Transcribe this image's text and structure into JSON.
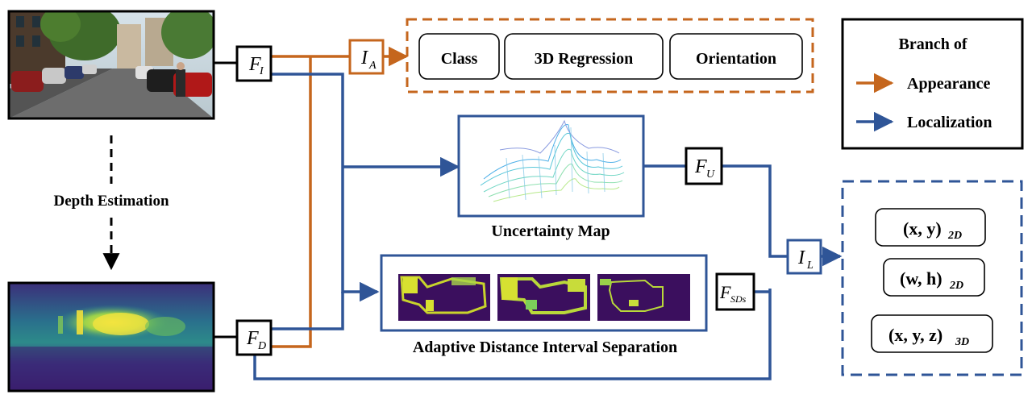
{
  "colors": {
    "appearance": "#c5661d",
    "localization": "#2f5597",
    "box": "#000000"
  },
  "labels": {
    "depth_estimation": "Depth Estimation",
    "uncertainty_map": "Uncertainty Map",
    "adaptive_separation": "Adaptive Distance Interval Separation"
  },
  "features": {
    "fi": {
      "main": "F",
      "sub": "I"
    },
    "fd": {
      "main": "F",
      "sub": "D"
    },
    "fu": {
      "main": "F",
      "sub": "U"
    },
    "fsds": {
      "main": "F",
      "sub": "SDs"
    },
    "ia": {
      "main": "I",
      "sub": "A"
    },
    "il": {
      "main": "I",
      "sub": "L"
    }
  },
  "appearance_heads": [
    "Class",
    "3D Regression",
    "Orientation"
  ],
  "localization_outputs": [
    {
      "main": "(x, y)",
      "sub": "2D"
    },
    {
      "main": "(w, h)",
      "sub": "2D"
    },
    {
      "main": "(x, y, z)",
      "sub": "3D"
    }
  ],
  "legend": {
    "title": "Branch of",
    "items": [
      {
        "label": "Appearance",
        "color": "#c5661d"
      },
      {
        "label": "Localization",
        "color": "#2f5597"
      }
    ]
  },
  "images": {
    "rgb": "street-scene-photo",
    "depth": "depth-map-image",
    "uncertainty": "uncertainty-surface-plot",
    "separation": [
      "depth-interval-mask-near",
      "depth-interval-mask-mid",
      "depth-interval-mask-far"
    ]
  }
}
